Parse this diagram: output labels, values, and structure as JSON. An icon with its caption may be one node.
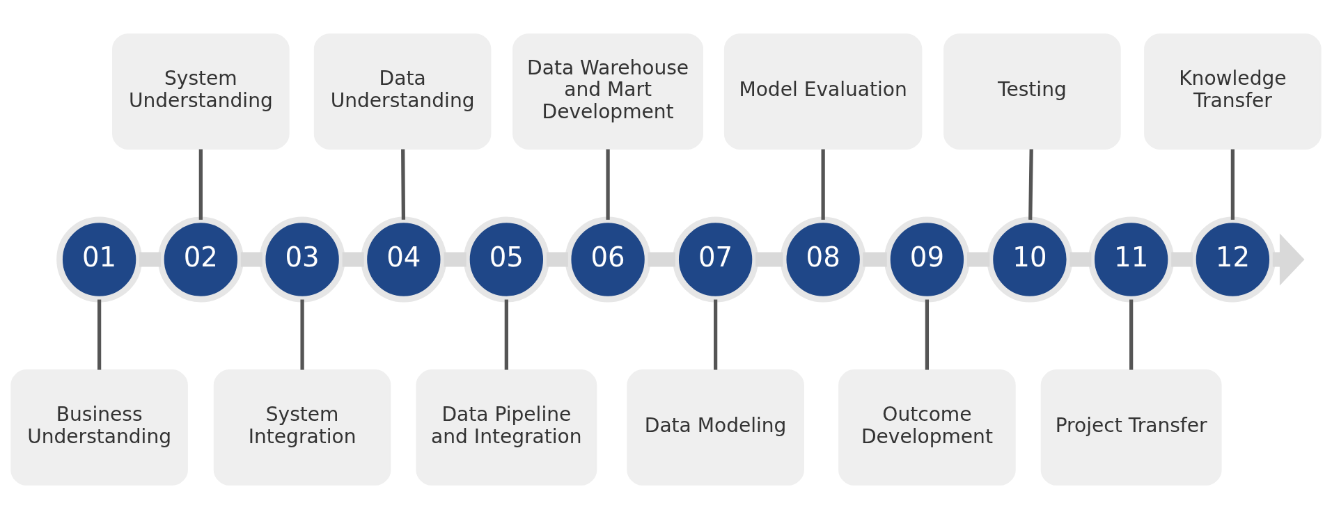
{
  "diagram": {
    "nodes": [
      {
        "text": [
          "01"
        ]
      },
      {
        "text": [
          "02"
        ]
      },
      {
        "text": [
          "03"
        ]
      },
      {
        "text": [
          "04"
        ]
      },
      {
        "text": [
          "05"
        ]
      },
      {
        "text": [
          "06"
        ]
      },
      {
        "text": [
          "07"
        ]
      },
      {
        "text": [
          "08"
        ]
      },
      {
        "text": [
          "09"
        ]
      },
      {
        "text": [
          "10"
        ]
      },
      {
        "text": [
          "11"
        ]
      },
      {
        "text": [
          "12"
        ]
      },
      {
        "text": [
          "Business Understanding"
        ]
      },
      {
        "text": [
          "System Understanding"
        ]
      },
      {
        "text": [
          "System Integration"
        ]
      },
      {
        "text": [
          "Data Understanding"
        ]
      },
      {
        "text": [
          "Data Pipeline and Integration"
        ]
      },
      {
        "text": [
          "Data Warehouse and Mart Development"
        ]
      },
      {
        "text": [
          "Data Modeling"
        ]
      },
      {
        "text": [
          "Model Evaluation"
        ]
      },
      {
        "text": [
          "Outcome Development"
        ]
      },
      {
        "text": [
          "Testing"
        ]
      },
      {
        "text": [
          "Project Transfer"
        ]
      },
      {
        "text": [
          "Knowledge Transfer"
        ]
      }
    ],
    "edges": [
      {
        "from": 0,
        "to": 1,
        "arrow": "none",
        "style": "thick",
        "color": "#d9d9d9"
      },
      {
        "from": 1,
        "to": 2,
        "arrow": "none",
        "style": "thick",
        "color": "#d9d9d9"
      },
      {
        "from": 2,
        "to": 3,
        "arrow": "none",
        "style": "thick",
        "color": "#d9d9d9"
      },
      {
        "from": 3,
        "to": 4,
        "arrow": "none",
        "style": "thick",
        "color": "#d9d9d9"
      },
      {
        "from": 4,
        "to": 5,
        "arrow": "none",
        "style": "thick",
        "color": "#d9d9d9"
      },
      {
        "from": 5,
        "to": 6,
        "arrow": "none",
        "style": "thick",
        "color": "#d9d9d9"
      },
      {
        "from": 6,
        "to": 7,
        "arrow": "none",
        "style": "thick",
        "color": "#d9d9d9"
      },
      {
        "from": 7,
        "to": 8,
        "arrow": "none",
        "style": "thick",
        "color": "#d9d9d9"
      },
      {
        "from": 8,
        "to": 9,
        "arrow": "none",
        "style": "thick",
        "color": "#d9d9d9"
      },
      {
        "from": 9,
        "to": 10,
        "arrow": "none",
        "style": "thick",
        "color": "#d9d9d9"
      },
      {
        "from": 10,
        "to": 11,
        "arrow": "none",
        "style": "thick",
        "color": "#d9d9d9"
      },
      {
        "from": 11,
        "to": null,
        "arrow": "to",
        "style": "thick",
        "color": "#d9d9d9"
      },
      {
        "from": 0,
        "to": 12,
        "arrow": "none",
        "color": "#555555"
      },
      {
        "from": 13,
        "to": 1,
        "arrow": "none",
        "color": "#555555"
      },
      {
        "from": 2,
        "to": 14,
        "arrow": "none",
        "color": "#555555"
      },
      {
        "from": 15,
        "to": 3,
        "arrow": "none",
        "color": "#555555"
      },
      {
        "from": 4,
        "to": 16,
        "arrow": "none",
        "color": "#555555"
      },
      {
        "from": 17,
        "to": 5,
        "arrow": "none",
        "color": "#555555"
      },
      {
        "from": 6,
        "to": 18,
        "arrow": "none",
        "color": "#555555"
      },
      {
        "from": 19,
        "to": 7,
        "arrow": "none",
        "color": "#555555"
      },
      {
        "from": 8,
        "to": 20,
        "arrow": "none",
        "color": "#555555"
      },
      {
        "from": 21,
        "to": 9,
        "arrow": "none",
        "color": "#555555"
      },
      {
        "from": 10,
        "to": 22,
        "arrow": "none",
        "color": "#555555"
      },
      {
        "from": 23,
        "to": 11,
        "arrow": "none",
        "color": "#555555"
      }
    ]
  }
}
